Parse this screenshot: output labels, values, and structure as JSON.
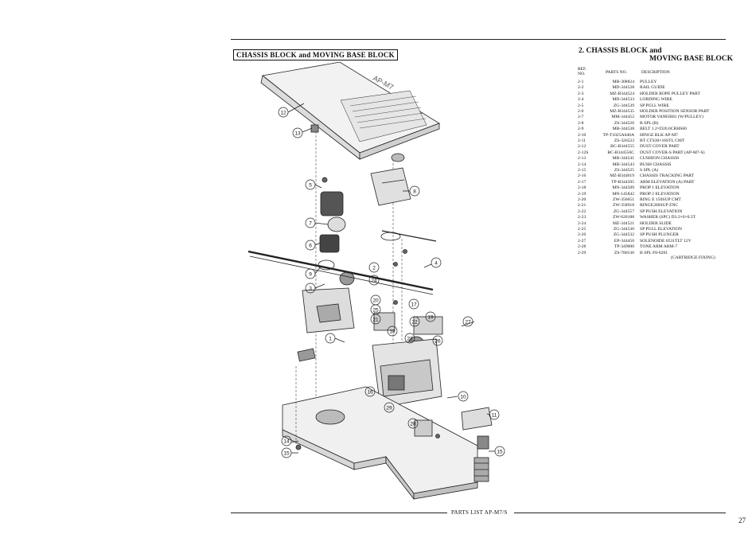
{
  "diagram": {
    "title": "CHASSIS BLOCK and MOVING BASE BLOCK",
    "callouts": [
      "12",
      "13",
      "5",
      "7",
      "6",
      "9",
      "3",
      "1",
      "14",
      "15",
      "2",
      "24",
      "20",
      "25",
      "17",
      "21",
      "22",
      "19",
      "27",
      "18",
      "23",
      "26",
      "16",
      "10",
      "29",
      "28",
      "4",
      "8",
      "11"
    ]
  },
  "parts_list": {
    "section_title_1": "2. CHASSIS BLOCK and",
    "section_title_2": "MOVING BASE BLOCK",
    "col_ref_1": "REF.",
    "col_ref_2": "NO.",
    "col_parts_no": "PARTS NO.",
    "col_description": "DESCRIPTION",
    "rows": [
      {
        "ref": "2-1",
        "parts_no": "MB-308824",
        "desc": "PULLEY"
      },
      {
        "ref": "2-2",
        "parts_no": "MD-344528",
        "desc": "RAIL GUIDE"
      },
      {
        "ref": "2-3",
        "parts_no": "MZ-B344524",
        "desc": "HOLDER ROPE PULLEY PART"
      },
      {
        "ref": "2-4",
        "parts_no": "MD-344533",
        "desc": "LORDING WIRE"
      },
      {
        "ref": "2-5",
        "parts_no": "ZG-344539",
        "desc": "SP PULL WIRE"
      },
      {
        "ref": "2-6",
        "parts_no": "MZ-B344535",
        "desc": "HOLDER POSITION SENSOR PART"
      },
      {
        "ref": "2-7",
        "parts_no": "MM-344452",
        "desc": "MOTOR VA905B01 (W/PULLEY)"
      },
      {
        "ref": "2-8",
        "parts_no": "ZS-344526",
        "desc": "B SPL (B)"
      },
      {
        "ref": "2-9",
        "parts_no": "MB-344538",
        "desc": "BELT 1.2×D26.6CRHS60"
      },
      {
        "ref": "2-10",
        "parts_no": "TP-T1025A040A",
        "desc": "HINGE BLK AP-M7"
      },
      {
        "ref": "2-11",
        "parts_no": "ZS-326523",
        "desc": "BT CTS30×16STL CMT"
      },
      {
        "ref": "2-12",
        "parts_no": "BC-B344555",
        "desc": "DUST COVER PART"
      },
      {
        "ref": "2-12S",
        "parts_no": "BC-B344556C",
        "desc": "DUST COVER-S PART (AP-M7-S)"
      },
      {
        "ref": "2-13",
        "parts_no": "MB-344541",
        "desc": "CUSHION CHASSIS"
      },
      {
        "ref": "2-14",
        "parts_no": "MB-344543",
        "desc": "BUSH CHASSIS"
      },
      {
        "ref": "2-15",
        "parts_no": "ZS-344525",
        "desc": "S SPL (A)"
      },
      {
        "ref": "2-16",
        "parts_no": "MZ-B344619",
        "desc": "CHASSIS TRACKING PART"
      },
      {
        "ref": "2-17",
        "parts_no": "TP-B344505",
        "desc": "ARM ELEVATION (A) PART"
      },
      {
        "ref": "2-18",
        "parts_no": "MN-344509",
        "desc": "PROP 1 ELEVATION"
      },
      {
        "ref": "2-19",
        "parts_no": "MN-145842",
        "desc": "PROP 2 ELEVATION"
      },
      {
        "ref": "2-20",
        "parts_no": "ZW-356651",
        "desc": "RING E 150SUP CMT"
      },
      {
        "ref": "2-21",
        "parts_no": "ZW-358918",
        "desc": "RINGE260SUP ZNC"
      },
      {
        "ref": "2-22",
        "parts_no": "ZG-344557",
        "desc": "SP PUSH ELEVATION"
      },
      {
        "ref": "2-23",
        "parts_no": "ZW-620188",
        "desc": "WASHER (SPC) D3.2×6×0.3T"
      },
      {
        "ref": "2-24",
        "parts_no": "MZ-344521",
        "desc": "HOLDER SLIDE"
      },
      {
        "ref": "2-25",
        "parts_no": "ZG-344530",
        "desc": "SP PULL ELEVATION"
      },
      {
        "ref": "2-26",
        "parts_no": "ZG-344532",
        "desc": "SP PUSH PLUNGER"
      },
      {
        "ref": "2-27",
        "parts_no": "EP-344450",
        "desc": "SOLENOIDE 0531TLT 12V"
      },
      {
        "ref": "2-28",
        "parts_no": "TP-349000",
        "desc": "TONE ARM ARM-7"
      },
      {
        "ref": "2-29",
        "parts_no": "ZS-780136",
        "desc": "B SPL F8-0281"
      }
    ],
    "trailing_note": "(CARTRIDGE FIXING)"
  },
  "footer": {
    "label": "PARTS LIST AP-M7/S",
    "page_number": "27"
  }
}
